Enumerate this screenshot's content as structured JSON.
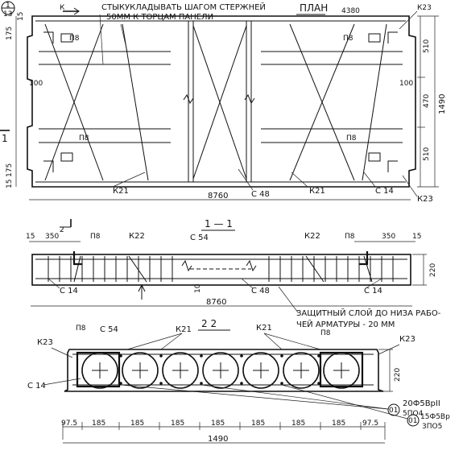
{
  "plan": {
    "title": "ПЛАН",
    "mark_k": "К",
    "note_line1": "СТЫКУКЛАДЫВАТЬ  ШАГОМ  СТЕРЖНЕЙ",
    "note_line2": "50ММ К ТОРЦАМ  ПАНЕЛИ",
    "dim_4380": "4380",
    "dim_8760": "8760",
    "dim_510_top": "510",
    "dim_470": "470",
    "dim_510_bot": "510",
    "dim_1490": "1490",
    "dim_175_top": "175",
    "dim_15_top": "15",
    "dim_175_bot": "175",
    "dim_15_bot": "15",
    "dim_100_a": "100",
    "dim_100_b": "100",
    "circle_top": "1",
    "circle_bottom": "13",
    "side_mark": "1",
    "p8_ul": "П8",
    "p8_ll": "П8",
    "p8_ur": "П8",
    "p8_lr": "П8",
    "k23_top": "К23",
    "k23_bot": "К23",
    "k21_left": "К21",
    "k21_right": "К21",
    "c48": "С 48",
    "c14": "С 14"
  },
  "section1": {
    "title": "1 — 1",
    "dim_15_l": "15",
    "dim_350_l": "350",
    "mark_2": "2",
    "p8_l": "П8",
    "k22_l": "К22",
    "c54": "С 54",
    "k22_r": "К22",
    "p8_r": "П8",
    "dim_350_r": "350",
    "dim_15_r": "15",
    "dim_220": "220",
    "c14_l": "С 14",
    "c48": "С 48",
    "c14_r": "С 14",
    "dim_10": "10",
    "dim_8760": "8760",
    "note_line1": "ЗАЩИТНЫЙ СЛОЙ ДО НИЗА РАБО-",
    "note_line2": "ЧЕЙ АРМАТУРЫ - 20 ММ"
  },
  "section2": {
    "title": "2   2",
    "p8_l": "П8",
    "c54": "С 54",
    "k21_a": "К21",
    "k21_b": "К21",
    "p8_r": "П8",
    "k23_l": "К23",
    "k23_r": "К23",
    "c14": "С 14",
    "dim_220": "220",
    "rebar_top": "20Ф5ВрII",
    "rebar_top_sub": "5ПО4",
    "rebar_mark_01a": "01",
    "rebar_mark_01b": "01",
    "rebar_bot": "15Ф5Вр",
    "rebar_bot_sub": "3ПО5",
    "dims": [
      "97.5",
      "185",
      "185",
      "185",
      "185",
      "185",
      "185",
      "185",
      "97.5"
    ],
    "total": "1490"
  }
}
